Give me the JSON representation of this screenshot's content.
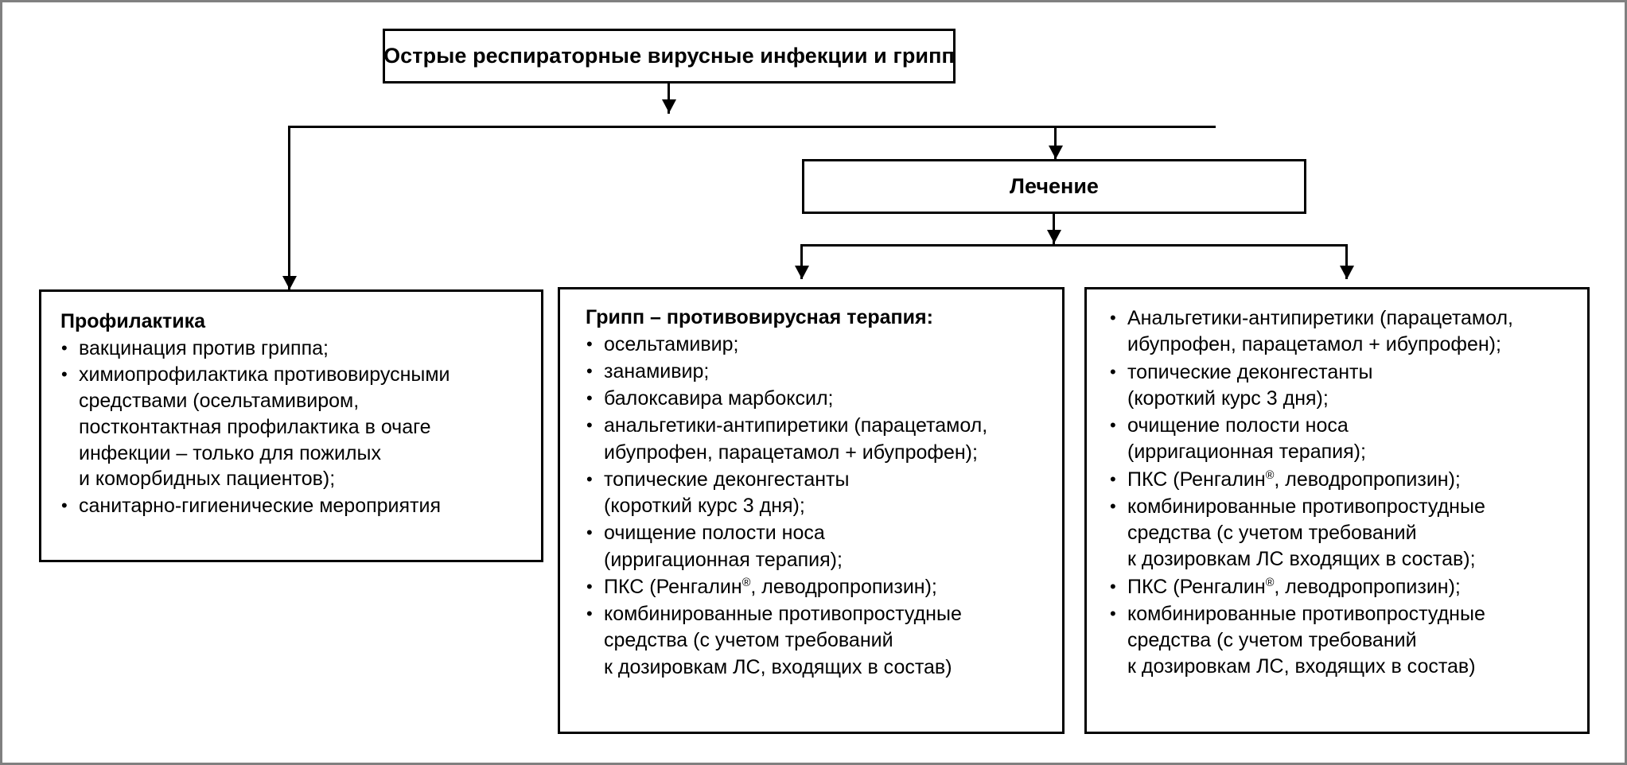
{
  "diagram": {
    "title_box": {
      "label": "Острые респираторные вирусные инфекции и грипп"
    },
    "treatment_box": {
      "label": "Лечение"
    },
    "prevention_box": {
      "heading": "Профилактика",
      "items": [
        "вакцинация против гриппа;",
        "химиопрофилактика противовирусными\nсредствами (осельтамивиром,\nпостконтактная профилактика в очаге\nинфекции – только для пожилых\nи коморбидных пациентов);",
        "санитарно-гигиенические мероприятия"
      ]
    },
    "flu_box": {
      "heading": "Грипп – противовирусная терапия:",
      "items": [
        "осельтамивир;",
        "занамивир;",
        "балоксавира марбоксил;",
        "анальгетики-антипиретики (парацетамол,\nибупрофен, парацетамол + ибупрофен);",
        "топические деконгестанты\n(короткий курс 3 дня);",
        "очищение полости носа\n(ирригационная терапия);",
        "ПКС (Ренгалин®, леводропропизин);",
        "комбинированные противопростудные\nсредства (с учетом требований\nк дозировкам ЛС, входящих в состав)"
      ],
      "item_pks_prefix": "ПКС (Ренгалин",
      "item_pks_suffix": ", леводропропизин);",
      "registered_mark": "®"
    },
    "symptomatic_box": {
      "heading": "",
      "items": [
        "Анальгетики-антипиретики (парацетамол,\nибупрофен, парацетамол + ибупрофен);",
        "топические деконгестанты\n(короткий курс 3 дня);",
        "очищение полости носа\n(ирригационная терапия);",
        "ПКС (Ренгалин®, леводропропизин);",
        "комбинированные противопростудные\nсредства (с учетом требований\nк дозировкам ЛС входящих в состав);",
        "ПКС (Ренгалин®, леводропропизин);",
        "комбинированные противопростудные\nсредства (с учетом требований\nк дозировкам ЛС, входящих в состав)"
      ],
      "item_pks_prefix": "ПКС (Ренгалин",
      "item_pks_suffix": ", леводропропизин);",
      "registered_mark": "®"
    },
    "colors": {
      "stroke": "#000000",
      "frame": "#808080",
      "background": "#ffffff"
    }
  }
}
